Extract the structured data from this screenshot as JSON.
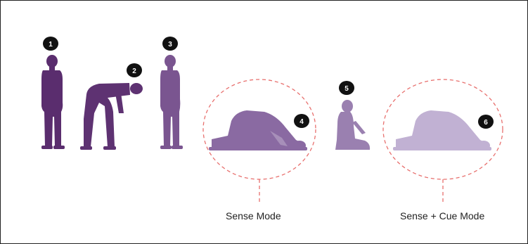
{
  "steps": [
    {
      "number": "1",
      "color": "#5a2d6e"
    },
    {
      "number": "2",
      "color": "#5e3272"
    },
    {
      "number": "3",
      "color": "#7a5590"
    },
    {
      "number": "4",
      "color": "#8a6aa2"
    },
    {
      "number": "5",
      "color": "#9a80b0"
    },
    {
      "number": "6",
      "color": "#c1b1d3"
    }
  ],
  "modes": [
    {
      "label": "Sense Mode"
    },
    {
      "label": "Sense + Cue Mode"
    }
  ],
  "colors": {
    "badge": "#111111",
    "badge_text": "#ffffff",
    "dashed_circle": "#e8706e"
  }
}
